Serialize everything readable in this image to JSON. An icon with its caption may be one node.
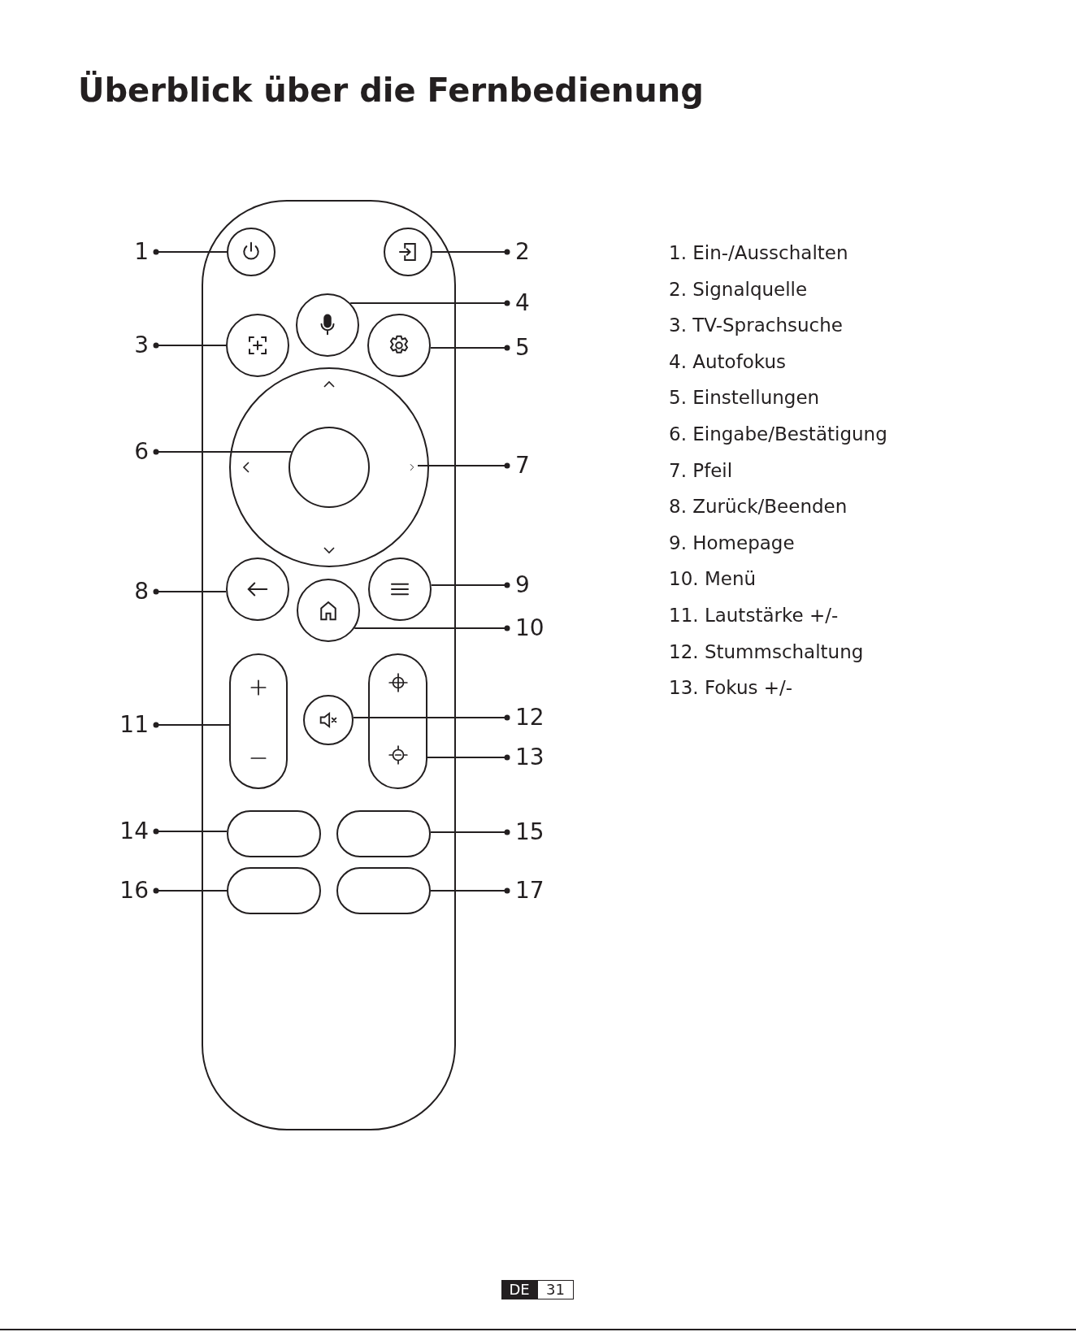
{
  "diagram": {
    "title": "Überblick über die Fernbedienung",
    "nodes": [
      {
        "text": [
          "1"
        ]
      },
      {
        "text": [],
        "shape": "circle"
      },
      {
        "text": [
          "2"
        ]
      },
      {
        "text": [],
        "shape": "circle"
      },
      {
        "text": [
          "4"
        ]
      },
      {
        "text": [],
        "shape": "circle"
      },
      {
        "text": [
          "3"
        ]
      },
      {
        "text": [],
        "shape": "circle"
      },
      {
        "text": [
          "5"
        ]
      },
      {
        "text": [],
        "shape": "circle"
      },
      {
        "text": [
          "6"
        ]
      },
      {
        "text": [],
        "shape": "circle"
      },
      {
        "text": [
          "7"
        ]
      },
      {
        "text": [],
        "shape": "chevron"
      },
      {
        "text": [
          "8"
        ]
      },
      {
        "text": [],
        "shape": "circle"
      },
      {
        "text": [
          "9"
        ]
      },
      {
        "text": [],
        "shape": "circle"
      },
      {
        "text": [
          "10"
        ]
      },
      {
        "text": [],
        "shape": "circle"
      },
      {
        "text": [
          "11"
        ]
      },
      {
        "text": [],
        "shape": "box"
      },
      {
        "text": [
          "12"
        ]
      },
      {
        "text": [],
        "shape": "circle"
      },
      {
        "text": [
          "13"
        ]
      },
      {
        "text": [],
        "shape": "box"
      },
      {
        "text": [
          "14"
        ]
      },
      {
        "text": [],
        "shape": "box"
      },
      {
        "text": [
          "15"
        ]
      },
      {
        "text": [],
        "shape": "box"
      },
      {
        "text": [
          "16"
        ]
      },
      {
        "text": [],
        "shape": "box"
      },
      {
        "text": [
          "17"
        ]
      },
      {
        "text": [],
        "shape": "box"
      }
    ],
    "edges": [
      {
        "from": 0,
        "to": 1,
        "arrow": "other"
      },
      {
        "from": 2,
        "to": 3,
        "arrow": "other"
      },
      {
        "from": 4,
        "to": 5,
        "arrow": "other"
      },
      {
        "from": 6,
        "to": 7,
        "arrow": "other"
      },
      {
        "from": 8,
        "to": 9,
        "arrow": "other"
      },
      {
        "from": 10,
        "to": 11,
        "arrow": "other"
      },
      {
        "from": 12,
        "to": 13,
        "arrow": "other"
      },
      {
        "from": 14,
        "to": 15,
        "arrow": "other"
      },
      {
        "from": 16,
        "to": 17,
        "arrow": "other"
      },
      {
        "from": 18,
        "to": 19,
        "arrow": "other"
      },
      {
        "from": 20,
        "to": 21,
        "arrow": "other"
      },
      {
        "from": 22,
        "to": 23,
        "arrow": "other"
      },
      {
        "from": 24,
        "to": 25,
        "arrow": "other"
      },
      {
        "from": 26,
        "to": 27,
        "arrow": "other"
      },
      {
        "from": 28,
        "to": 29,
        "arrow": "other"
      },
      {
        "from": 30,
        "to": 31,
        "arrow": "other"
      },
      {
        "from": 32,
        "to": 33,
        "arrow": "other"
      }
    ],
    "labels": [
      "1. Ein-/Ausschalten",
      "2. Signalquelle",
      "3. TV-Sprachsuche",
      "4. Autofokus",
      "5. Einstellungen",
      "6. Eingabe/Bestätigung",
      "7. Pfeil",
      "8. Zurück/Beenden",
      "9. Homepage",
      "10. Menü",
      "11. Lautstärke +/-",
      "12. Stummschaltung",
      "13. Fokus +/-",
      "DE",
      "31"
    ]
  }
}
